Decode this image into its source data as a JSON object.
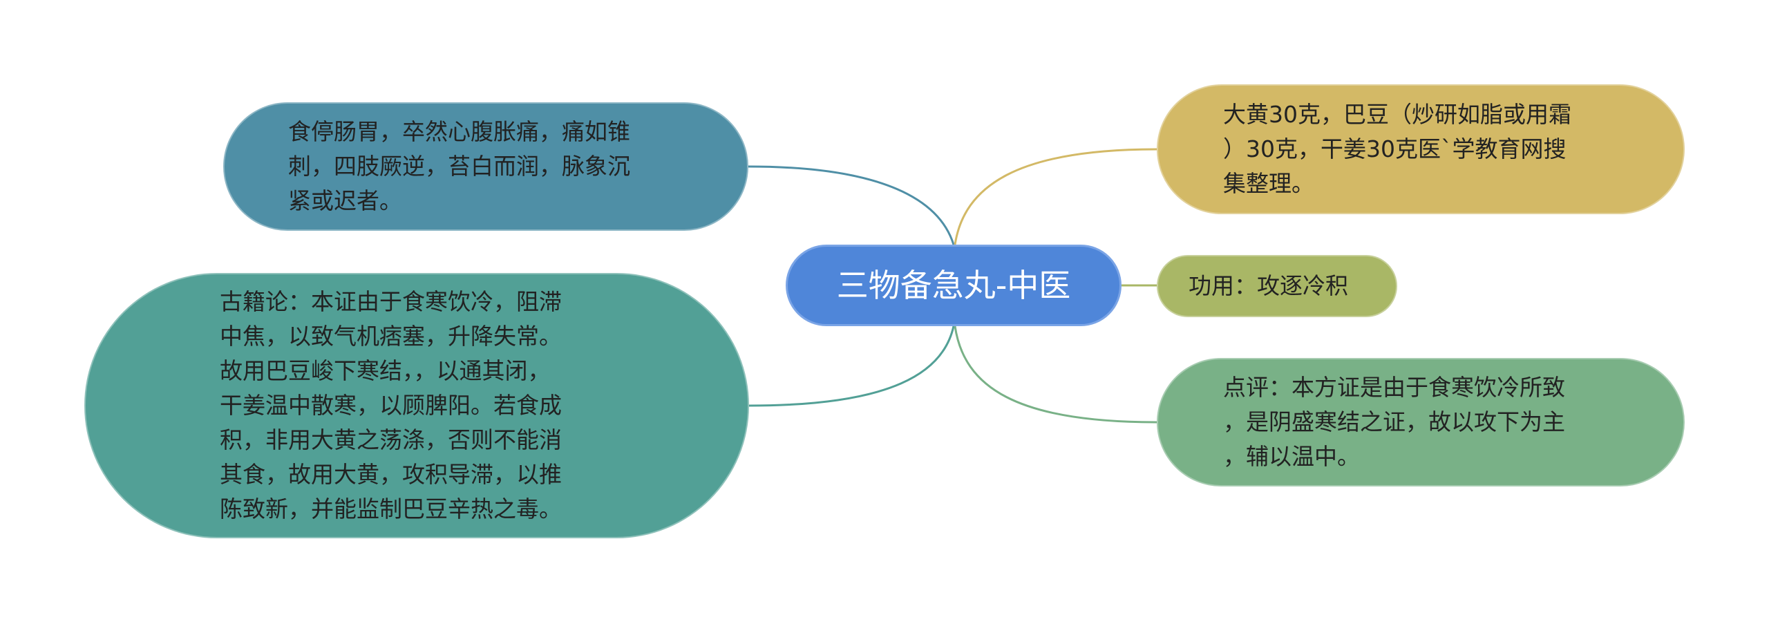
{
  "mindmap": {
    "root": {
      "label": "三物备急丸-中医",
      "color": "#4f86d9"
    },
    "branches": [
      {
        "id": "food",
        "side": "left",
        "color": "#4f8fa6",
        "text": "食停肠胃，卒然心腹胀痛，痛如锥\n刺，四肢厥逆，苔白而润，脉象沉\n紧或迟者。"
      },
      {
        "id": "theory",
        "side": "left",
        "color": "#52a096",
        "text": "古籍论：本证由于食寒饮冷，阻滞\n中焦，以致气机痞塞，升降失常。\n故用巴豆峻下寒结，，以通其闭，\n干姜温中散寒，以顾脾阳。若食成\n积，非用大黄之荡涤，否则不能消\n其食，故用大黄，攻积导滞，以推\n陈致新，并能监制巴豆辛热之毒。"
      },
      {
        "id": "ingredients",
        "side": "right",
        "color": "#d3b966",
        "text": "大黄30克，巴豆（炒研如脂或用霜\n）30克，干姜30克医`学教育网搜\n集整理。"
      },
      {
        "id": "effect",
        "side": "right",
        "color": "#a9b766",
        "text": "功用：攻逐冷积"
      },
      {
        "id": "comment",
        "side": "right",
        "color": "#79b187",
        "text": "点评：本方证是由于食寒饮冷所致\n，是阴盛寒结之证，故以攻下为主\n，辅以温中。"
      }
    ]
  }
}
